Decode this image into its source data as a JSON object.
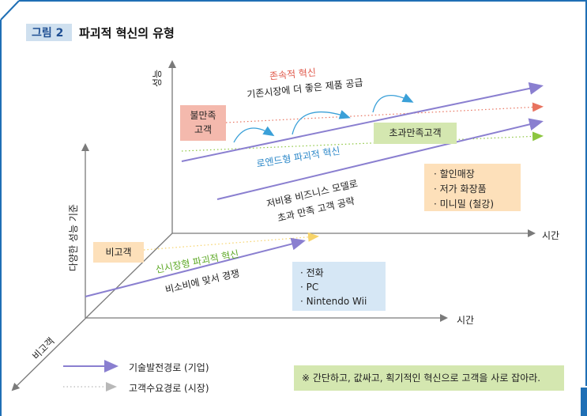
{
  "title": {
    "number": "그림 2",
    "text": "파괴적 혁신의 유형"
  },
  "axes": {
    "performance": "성능",
    "various_performance": "다양한 성능 기준",
    "time_upper": "시간",
    "time_lower": "시간",
    "nonconsumer": "비고객"
  },
  "labels": {
    "sustaining": "존속적 혁신",
    "sustaining_desc": "기존시장에 더 좋은 제품 공급",
    "low_end": "로엔드형 파괴적 혁신",
    "low_end_desc_1": "저비용 비즈니스 모델로",
    "low_end_desc_2": "초과 만족 고객 공략",
    "new_market": "신시장형 파괴적 혁신",
    "new_market_desc": "비소비에 맞서 경쟁"
  },
  "boxes": {
    "unsatisfied_1": "불만족",
    "unsatisfied_2": "고객",
    "overserved": "초과만족고객",
    "nonconsumer": "비고객"
  },
  "low_end_examples": [
    "할인매장",
    "저가 화장품",
    "미니밀 (철강)"
  ],
  "new_market_examples": [
    "전화",
    "PC",
    "Nintendo Wii"
  ],
  "legend": {
    "tech_path": "기술발전경로 (기업)",
    "demand_path": "고객수요경로 (시장)"
  },
  "note": "※ 간단하고, 값싸고, 획기적인 혁신으로 고객을 사로 잡아라.",
  "colors": {
    "frame": "#1f6fb5",
    "tech_arrow": "#8a7fd0",
    "red_arrow": "#e8735f",
    "green_arrow": "#8cc63f",
    "blue_curve": "#3aa0d8",
    "axis": "#7a7a7a"
  }
}
